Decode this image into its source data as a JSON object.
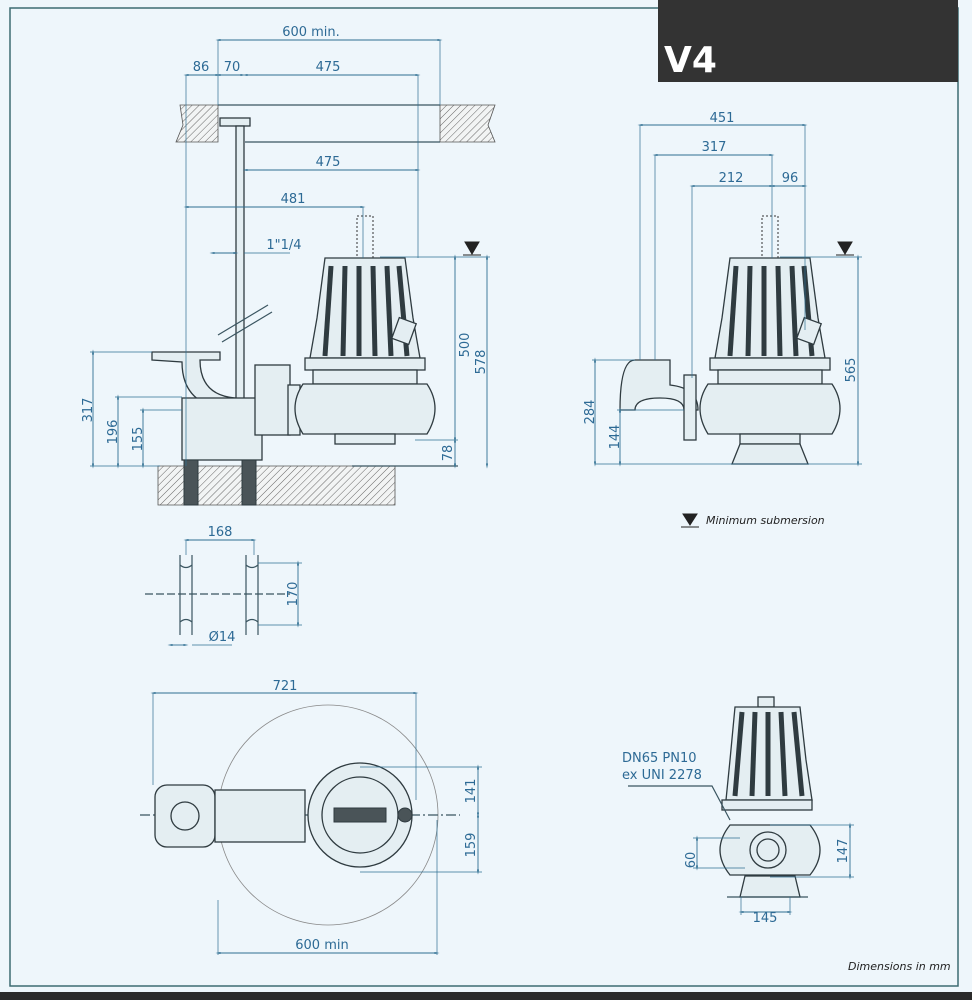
{
  "badge": {
    "label": "V4"
  },
  "side_view": {
    "dims": {
      "top_clearance": "600 min.",
      "wall_offset": "86",
      "rail_offset": "70",
      "rail_to_pump_top": "475",
      "rail_to_pump": "475",
      "wall_to_outlet": "481",
      "rail_size": "1\"1/4",
      "height_500": "500",
      "height_578": "578",
      "height_78": "78",
      "height_317": "317",
      "height_196": "196",
      "height_155": "155"
    }
  },
  "front_side_view": {
    "dims": {
      "w451": "451",
      "w317": "317",
      "w212": "212",
      "w96": "96",
      "h565": "565",
      "h284": "284",
      "h144": "144"
    }
  },
  "legend": {
    "min_submersion": "Minimum submersion"
  },
  "base_plan": {
    "dims": {
      "spacing": "168",
      "depth": "170",
      "hole": "Ø14"
    }
  },
  "top_view": {
    "dims": {
      "length": "721",
      "clearance": "600 min",
      "d141": "141",
      "d159": "159"
    }
  },
  "front_view": {
    "flange_label_line1": "DN65 PN10",
    "flange_label_line2": "ex UNI 2278",
    "dims": {
      "h147": "147",
      "h60": "60",
      "w145": "145"
    }
  },
  "footer": {
    "units_note": "Dimensions in mm"
  }
}
